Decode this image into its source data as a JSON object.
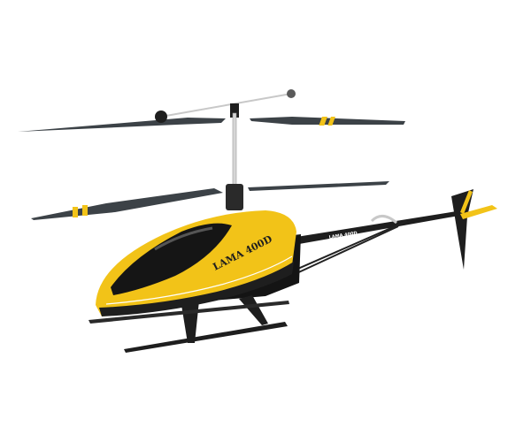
{
  "image": {
    "subject": "helicopter",
    "body_label": "LAMA 400D",
    "tailboom_label": "LAMA 400D"
  },
  "colors": {
    "background": "#ffffff",
    "canopy_yellow": "#f2c318",
    "dark": "#1e1e1e",
    "blade": "#3c4247",
    "stripe": "#f2c318",
    "metal": "#c8c8c8",
    "highlight": "#ffffff"
  }
}
